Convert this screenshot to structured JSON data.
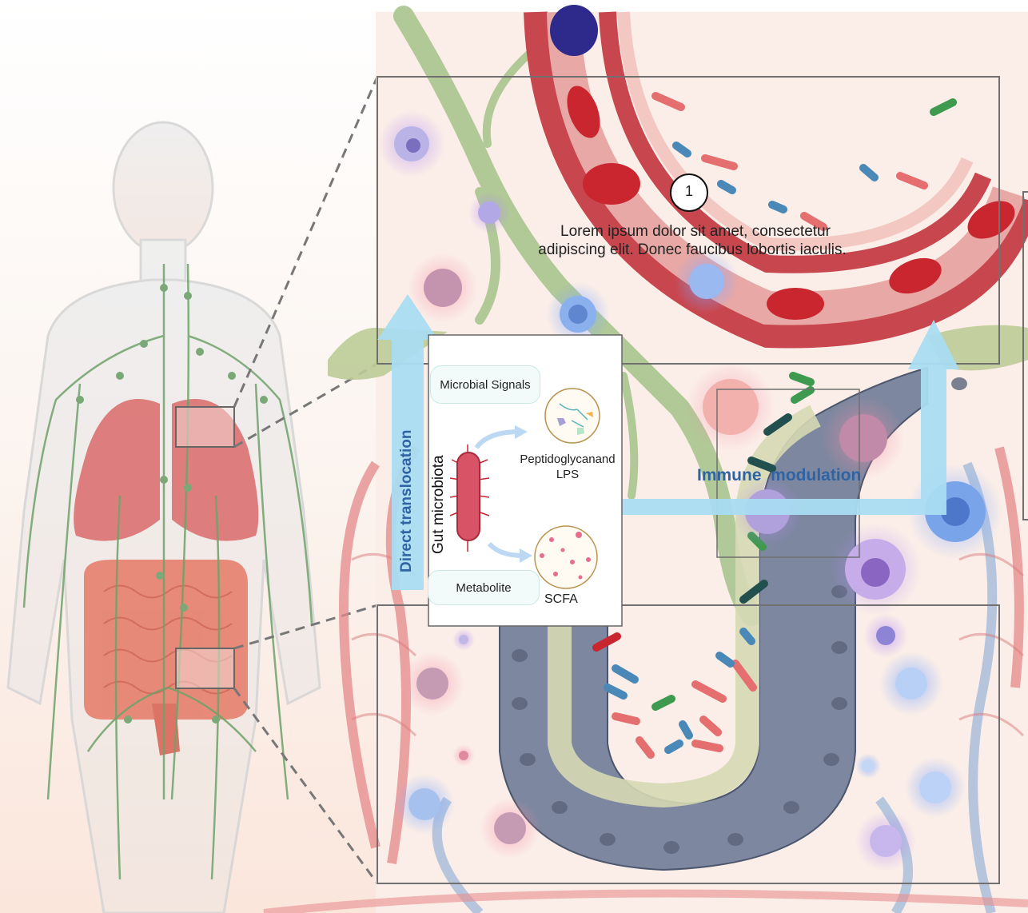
{
  "step": {
    "number": "1",
    "text_line1": "Lorem ipsum dolor sit amet, consectetur",
    "text_line2": "adipiscing elit. Donec faucibus lobortis iaculis."
  },
  "labels": {
    "direct_translocation": "Direct translocation",
    "immune_modulation": "Immune  modulation",
    "gut_microbiota": "Gut microbiota",
    "microbial_signals": "Microbial Signals",
    "metabolite": "Metabolite",
    "peptidoglycan": "Peptidoglycanand LPS",
    "scfa": "SCFA"
  },
  "colors": {
    "arrow": "#a9dcf2",
    "arrow_text": "#2f63a3",
    "lymph": "#8fb38a",
    "blood_vessel": "#c8474f",
    "epithelium": "#7d8aa3"
  }
}
